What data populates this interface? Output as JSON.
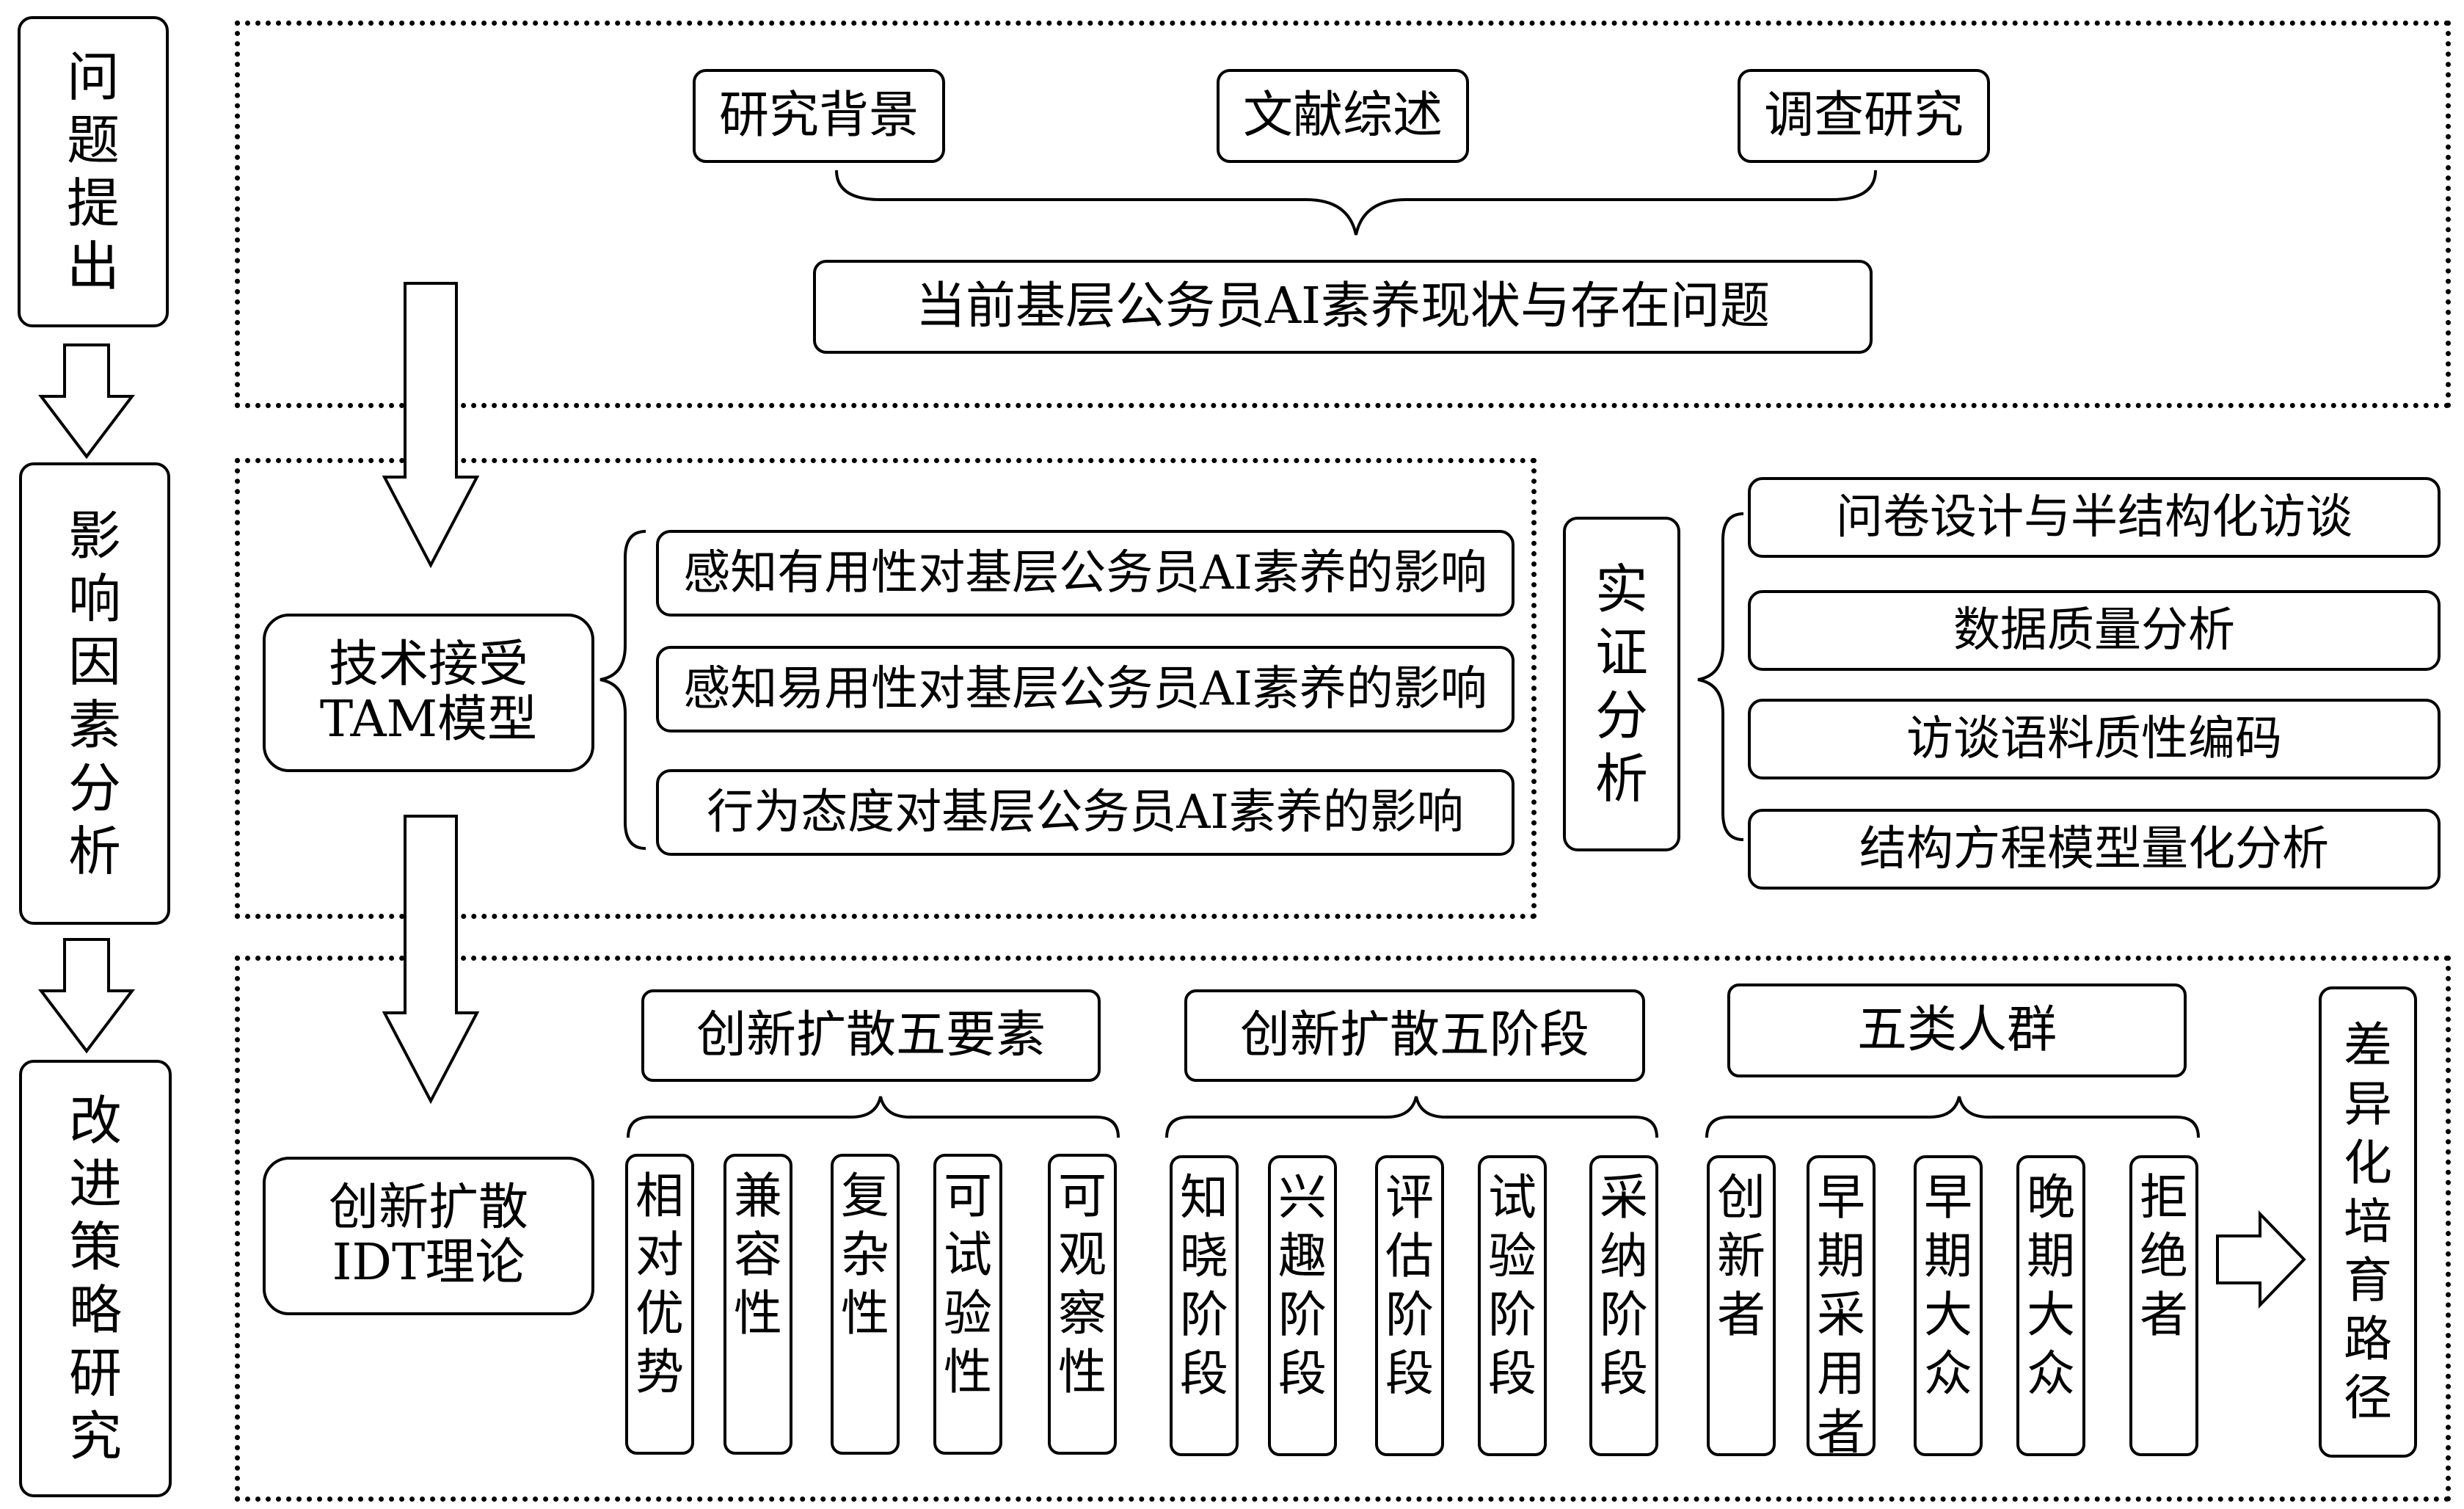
{
  "stages": [
    "问\n题\n提\n出",
    "影\n响\n因\n素\n分\n析",
    "改\n进\n策\n略\n研\n究"
  ],
  "section1": {
    "top_items": [
      "研究背景",
      "文献综述",
      "调查研究"
    ],
    "summary": "当前基层公务员AI素养现状与存在问题"
  },
  "section2": {
    "model": "技术接受\nTAM模型",
    "factors": [
      "感知有用性对基层公务员AI素养的影响",
      "感知易用性对基层公务员AI素养的影响",
      "行为态度对基层公务员AI素养的影响"
    ],
    "empirical": "实\n证\n分\n析",
    "methods": [
      "问卷设计与半结构化访谈",
      "数据质量分析",
      "访谈语料质性编码",
      "结构方程模型量化分析"
    ]
  },
  "section3": {
    "model": "创新扩散\nIDT理论",
    "groups": [
      {
        "title": "创新扩散五要素",
        "items": [
          "相\n对\n优\n势",
          "兼\n容\n性",
          "复\n杂\n性",
          "可\n试\n验\n性",
          "可\n观\n察\n性"
        ]
      },
      {
        "title": "创新扩散五阶段",
        "items": [
          "知\n晓\n阶\n段",
          "兴\n趣\n阶\n段",
          "评\n估\n阶\n段",
          "试\n验\n阶\n段",
          "采\n纳\n阶\n段"
        ]
      },
      {
        "title": "五类人群",
        "items": [
          "创\n新\n者",
          "早\n期\n采\n用\n者",
          "早\n期\n大\n众",
          "晚\n期\n大\n众",
          "拒\n绝\n者"
        ]
      }
    ],
    "outcome": "差\n异\n化\n培\n育\n路\n径"
  }
}
